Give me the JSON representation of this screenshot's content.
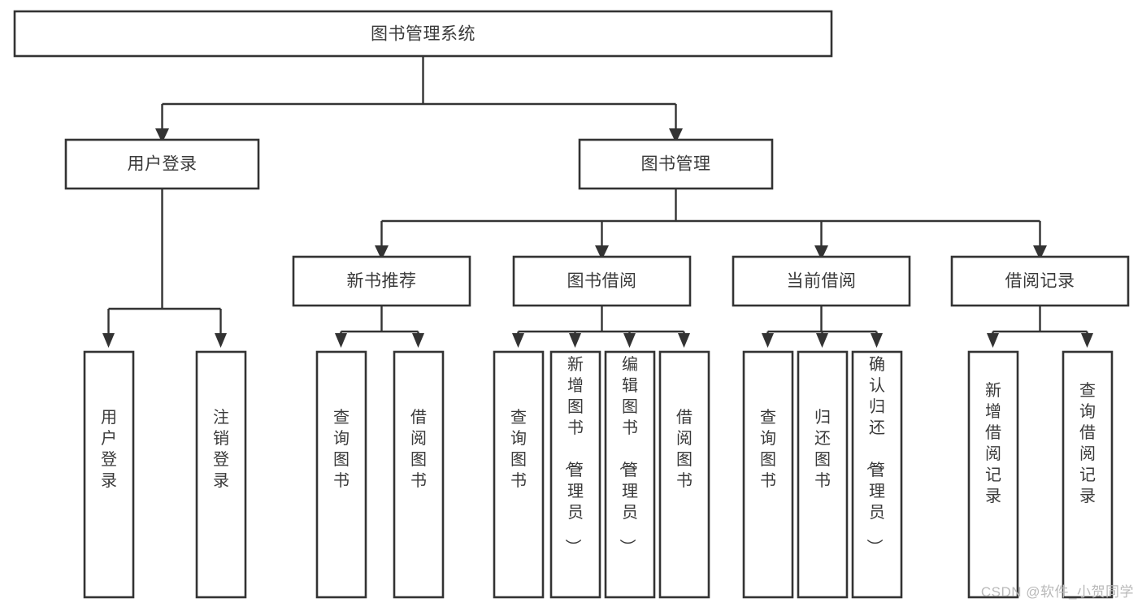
{
  "diagram": {
    "type": "tree-hierarchy",
    "title": "图书管理系统",
    "watermark": "CSDN @软件_小贺同学",
    "colors": {
      "stroke": "#333333",
      "fill": "#ffffff",
      "text": "#3a3a3a",
      "watermark": "#b9b9b9",
      "background": "#ffffff"
    },
    "levels": [
      {
        "level": 1,
        "nodes": [
          {
            "id": "root",
            "label": "图书管理系统",
            "orientation": "horizontal"
          }
        ]
      },
      {
        "level": 2,
        "nodes": [
          {
            "id": "user-login",
            "label": "用户登录",
            "orientation": "horizontal",
            "parent": "root"
          },
          {
            "id": "book-manage",
            "label": "图书管理",
            "orientation": "horizontal",
            "parent": "root"
          }
        ]
      },
      {
        "level": 3,
        "nodes": [
          {
            "id": "new-book-recommend",
            "label": "新书推荐",
            "orientation": "horizontal",
            "parent": "book-manage"
          },
          {
            "id": "book-borrow",
            "label": "图书借阅",
            "orientation": "horizontal",
            "parent": "book-manage"
          },
          {
            "id": "current-borrow",
            "label": "当前借阅",
            "orientation": "horizontal",
            "parent": "book-manage"
          },
          {
            "id": "borrow-record",
            "label": "借阅记录",
            "orientation": "horizontal",
            "parent": "book-manage"
          }
        ]
      },
      {
        "level": 4,
        "nodes": [
          {
            "id": "leaf-user-login",
            "label": "用户登录",
            "orientation": "vertical",
            "parent": "user-login"
          },
          {
            "id": "leaf-user-logout",
            "label": "注销登录",
            "orientation": "vertical",
            "parent": "user-login"
          },
          {
            "id": "leaf-query-book-1",
            "label": "查询图书",
            "orientation": "vertical",
            "parent": "new-book-recommend"
          },
          {
            "id": "leaf-borrow-book-1",
            "label": "借阅图书",
            "orientation": "vertical",
            "parent": "new-book-recommend"
          },
          {
            "id": "leaf-query-book-2",
            "label": "查询图书",
            "orientation": "vertical",
            "parent": "book-borrow"
          },
          {
            "id": "leaf-add-book",
            "label": "新增图书（管理员）",
            "orientation": "vertical",
            "parent": "book-borrow"
          },
          {
            "id": "leaf-edit-book",
            "label": "编辑图书（管理员）",
            "orientation": "vertical",
            "parent": "book-borrow"
          },
          {
            "id": "leaf-borrow-book-2",
            "label": "借阅图书",
            "orientation": "vertical",
            "parent": "book-borrow"
          },
          {
            "id": "leaf-query-book-3",
            "label": "查询图书",
            "orientation": "vertical",
            "parent": "current-borrow"
          },
          {
            "id": "leaf-return-book",
            "label": "归还图书",
            "orientation": "vertical",
            "parent": "current-borrow"
          },
          {
            "id": "leaf-confirm-return",
            "label": "确认归还（管理员）",
            "orientation": "vertical",
            "parent": "current-borrow"
          },
          {
            "id": "leaf-add-record",
            "label": "新增借阅记录",
            "orientation": "vertical",
            "parent": "borrow-record"
          },
          {
            "id": "leaf-query-record",
            "label": "查询借阅记录",
            "orientation": "vertical",
            "parent": "borrow-record"
          }
        ]
      }
    ]
  }
}
